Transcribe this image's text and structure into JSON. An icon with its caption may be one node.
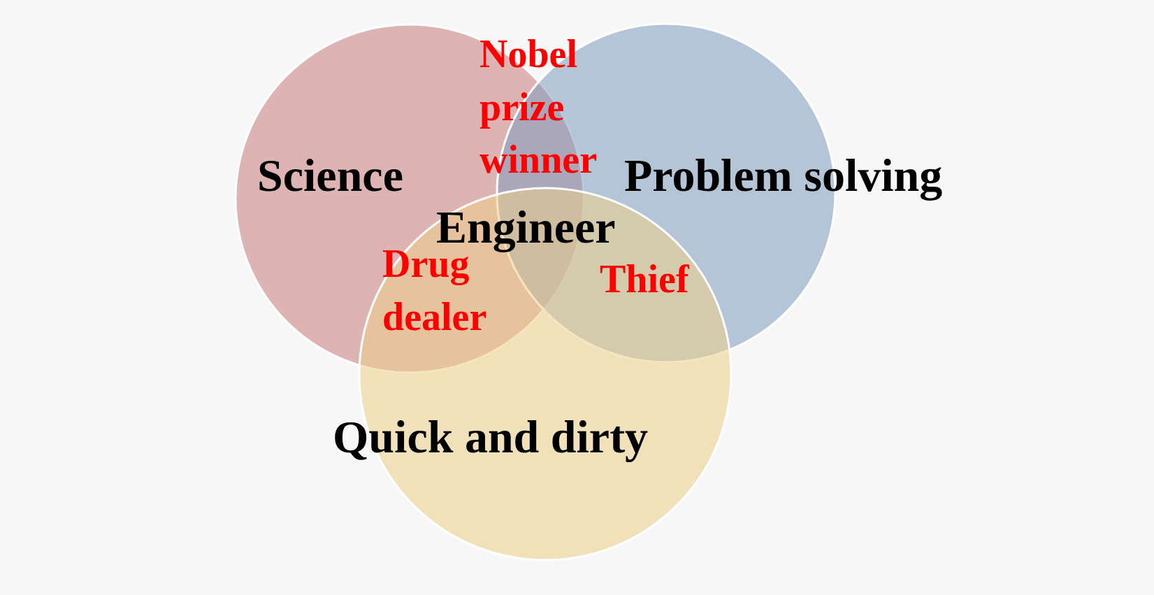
{
  "diagram": {
    "nodes": [
      {
        "text": [
          "Science"
        ]
      },
      {
        "text": [
          "Problem solving"
        ]
      },
      {
        "text": [
          "Quick and dirty"
        ]
      }
    ],
    "labels": [
      "Nobel prize winner",
      "Engineer",
      "Drug dealer",
      "Thief"
    ]
  }
}
